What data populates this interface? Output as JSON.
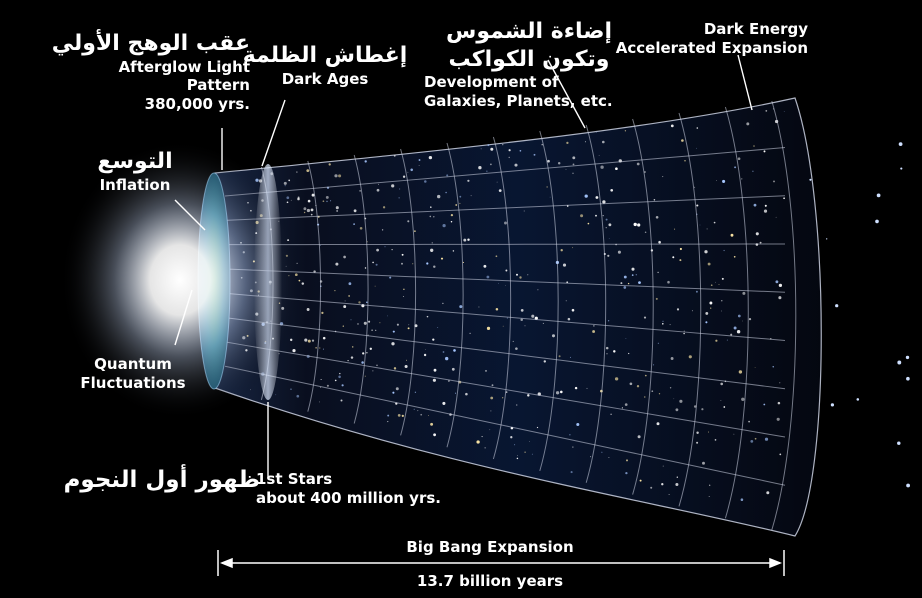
{
  "labels": {
    "afterglow": {
      "arabic": "عقب الوهج الأولي",
      "english": [
        "Afterglow Light",
        "Pattern",
        "380,000 yrs."
      ]
    },
    "dark_ages": {
      "arabic": "إغطاش الظلمة",
      "english": [
        "Dark Ages"
      ]
    },
    "development": {
      "arabic": [
        "إضاءة الشموس",
        "وتكون الكواكب"
      ],
      "english": [
        "Development of",
        "Galaxies, Planets, etc."
      ]
    },
    "dark_energy": {
      "english": [
        "Dark Energy",
        "Accelerated Expansion"
      ]
    },
    "inflation": {
      "arabic": "التوسع",
      "english": [
        "Inflation"
      ]
    },
    "quantum": {
      "english": [
        "Quantum",
        "Fluctuations"
      ]
    },
    "first_stars": {
      "arabic": "ظهور أول النجوم",
      "english": [
        "1st Stars",
        "about 400 million yrs."
      ]
    },
    "expansion_bar": {
      "top": "Big Bang Expansion",
      "bottom": "13.7 billion years"
    }
  },
  "colors": {
    "background": "#000000",
    "text": "#ffffff",
    "grid": "#cfd6e6",
    "afterglow": "#2a8a6a",
    "glow": "#ffffff"
  }
}
